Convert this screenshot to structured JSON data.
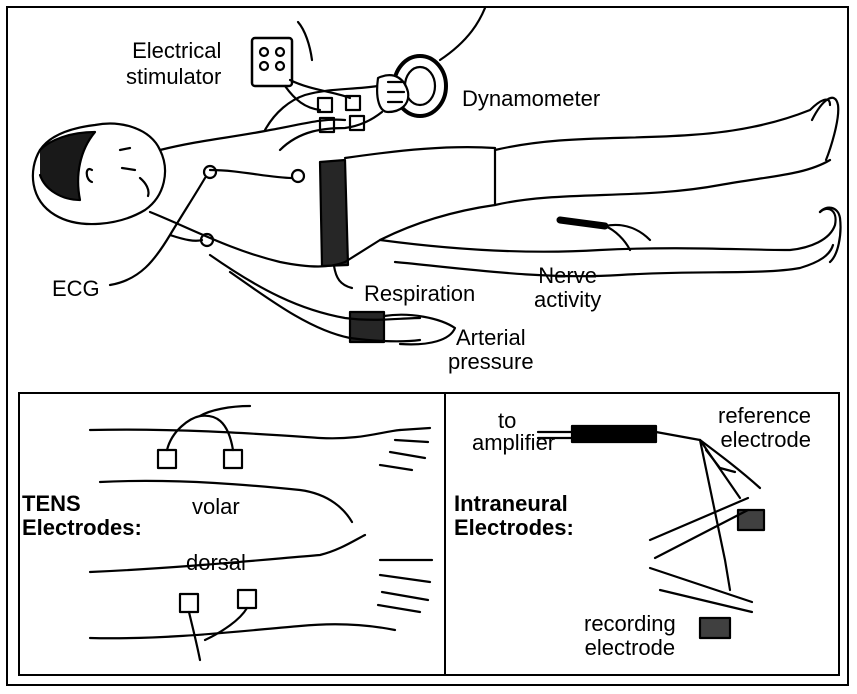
{
  "figure": {
    "main": {
      "electrical_stimulator": [
        "Electrical",
        "stimulator"
      ],
      "dynamometer": "Dynamometer",
      "ecg": "ECG",
      "respiration": "Respiration",
      "nerve_activity": [
        "Nerve",
        "activity"
      ],
      "arterial_pressure": [
        "Arterial",
        "pressure"
      ]
    },
    "tens_panel": {
      "title": [
        "TENS",
        "Electrodes:"
      ],
      "volar": "volar",
      "dorsal": "dorsal"
    },
    "intraneural_panel": {
      "title": [
        "Intraneural",
        "Electrodes:"
      ],
      "to_amplifier": [
        "to",
        "amplifier"
      ],
      "reference_electrode": [
        "reference",
        "electrode"
      ],
      "recording_electrode": [
        "recording",
        "electrode"
      ]
    }
  }
}
